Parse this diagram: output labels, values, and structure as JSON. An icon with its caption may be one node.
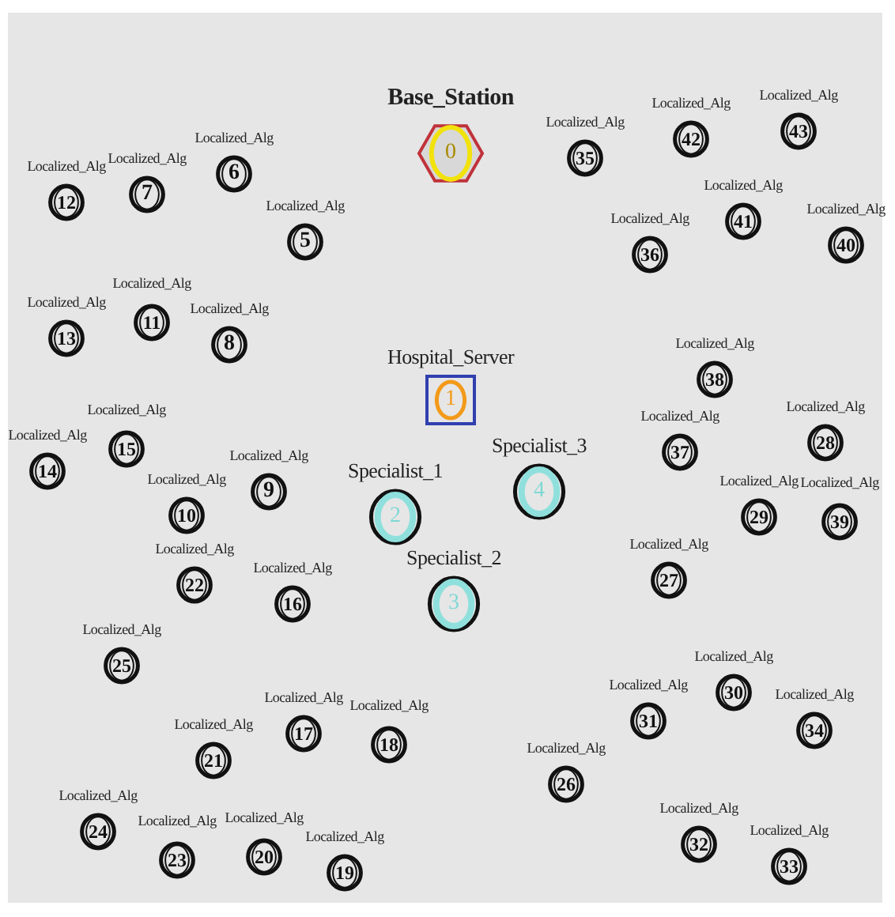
{
  "diagram": {
    "nodes": [
      {
        "text": [
          "Base_Station",
          "0"
        ]
      },
      {
        "text": [
          "Hospital_Server",
          "1"
        ]
      },
      {
        "text": [
          "Specialist_1",
          "2"
        ]
      },
      {
        "text": [
          "Specialist_2",
          "3"
        ]
      },
      {
        "text": [
          "Specialist_3",
          "4"
        ]
      },
      {
        "text": [
          "Localized_Alg",
          "5"
        ]
      },
      {
        "text": [
          "Localized_Alg",
          "6"
        ]
      },
      {
        "text": [
          "Localized_Alg",
          "7"
        ]
      },
      {
        "text": [
          "Localized_Alg",
          "8"
        ]
      },
      {
        "text": [
          "Localized_Alg",
          "9"
        ]
      },
      {
        "text": [
          "Localized_Alg",
          "10"
        ]
      },
      {
        "text": [
          "Localized_Alg",
          "11"
        ]
      },
      {
        "text": [
          "Localized_Alg",
          "12"
        ]
      },
      {
        "text": [
          "Localized_Alg",
          "13"
        ]
      },
      {
        "text": [
          "Localized_Alg",
          "14"
        ]
      },
      {
        "text": [
          "Localized_Alg",
          "15"
        ]
      },
      {
        "text": [
          "Localized_Alg",
          "16"
        ]
      },
      {
        "text": [
          "Localized_Alg",
          "17"
        ]
      },
      {
        "text": [
          "Localized_Alg",
          "18"
        ]
      },
      {
        "text": [
          "Localized_Alg",
          "19"
        ]
      },
      {
        "text": [
          "Localized_Alg",
          "20"
        ]
      },
      {
        "text": [
          "Localized_Alg",
          "21"
        ]
      },
      {
        "text": [
          "Localized_Alg",
          "22"
        ]
      },
      {
        "text": [
          "Localized_Alg",
          "23"
        ]
      },
      {
        "text": [
          "Localized_Alg",
          "24"
        ]
      },
      {
        "text": [
          "Localized_Alg",
          "25"
        ]
      },
      {
        "text": [
          "Localized_Alg",
          "26"
        ]
      },
      {
        "text": [
          "Localized_Alg",
          "27"
        ]
      },
      {
        "text": [
          "Localized_Alg",
          "28"
        ]
      },
      {
        "text": [
          "Localized_Alg",
          "29"
        ]
      },
      {
        "text": [
          "Localized_Alg",
          "30"
        ]
      },
      {
        "text": [
          "Localized_Alg",
          "31"
        ]
      },
      {
        "text": [
          "Localized_Alg",
          "32"
        ]
      },
      {
        "text": [
          "Localized_Alg",
          "33"
        ]
      },
      {
        "text": [
          "Localized_Alg",
          "34"
        ]
      },
      {
        "text": [
          "Localized_Alg",
          "35"
        ]
      },
      {
        "text": [
          "Localized_Alg",
          "36"
        ]
      },
      {
        "text": [
          "Localized_Alg",
          "37"
        ]
      },
      {
        "text": [
          "Localized_Alg",
          "38"
        ]
      },
      {
        "text": [
          "Localized_Alg",
          "39"
        ]
      },
      {
        "text": [
          "Localized_Alg",
          "40"
        ]
      },
      {
        "text": [
          "Localized_Alg",
          "41"
        ]
      },
      {
        "text": [
          "Localized_Alg",
          "42"
        ]
      },
      {
        "text": [
          "Localized_Alg",
          "43"
        ]
      }
    ]
  }
}
